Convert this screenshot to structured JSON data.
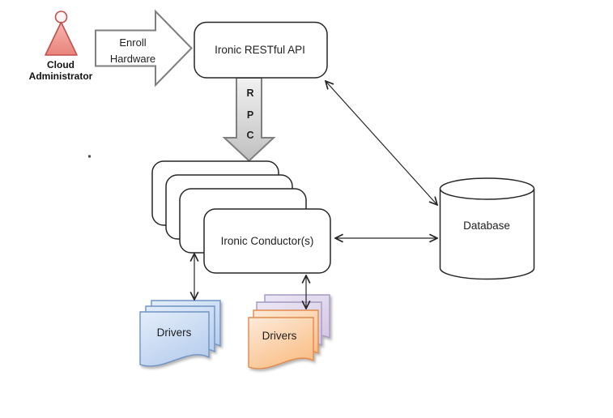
{
  "diagram": {
    "kind": "architecture-diagram",
    "nodes": {
      "admin": {
        "line1": "Cloud",
        "line2": "Administrator"
      },
      "enroll_arrow": {
        "line1": "Enroll",
        "line2": "Hardware"
      },
      "api": {
        "label": "Ironic RESTful API"
      },
      "rpc": {
        "r": "R",
        "p": "P",
        "c": "C"
      },
      "conductors": {
        "label": "Ironic Conductor(s)"
      },
      "database": {
        "label": "Database"
      },
      "drivers_blue": {
        "label": "Drivers"
      },
      "drivers_orange": {
        "label": "Drivers"
      }
    },
    "colors": {
      "canvas_bg": "#ffffff",
      "outline_dark": "#262626",
      "gray_border": "#7f7f7f",
      "admin_red": "#c0504d",
      "admin_pink_light": "#f7b5b0",
      "admin_pink_dark": "#e9847b",
      "rpc_gray_light": "#f2f2f2",
      "rpc_gray_dark": "#bfbfbf",
      "blue_border": "#6e93c3",
      "blue_light": "#e3edf9",
      "blue_dark": "#b9cfee",
      "orange_border": "#e08b4e",
      "orange_light": "#fdeada",
      "orange_dark": "#f9c089",
      "purple_border": "#a699c2",
      "purple_light": "#ebe6f3",
      "purple_dark": "#d5c9e6"
    }
  }
}
